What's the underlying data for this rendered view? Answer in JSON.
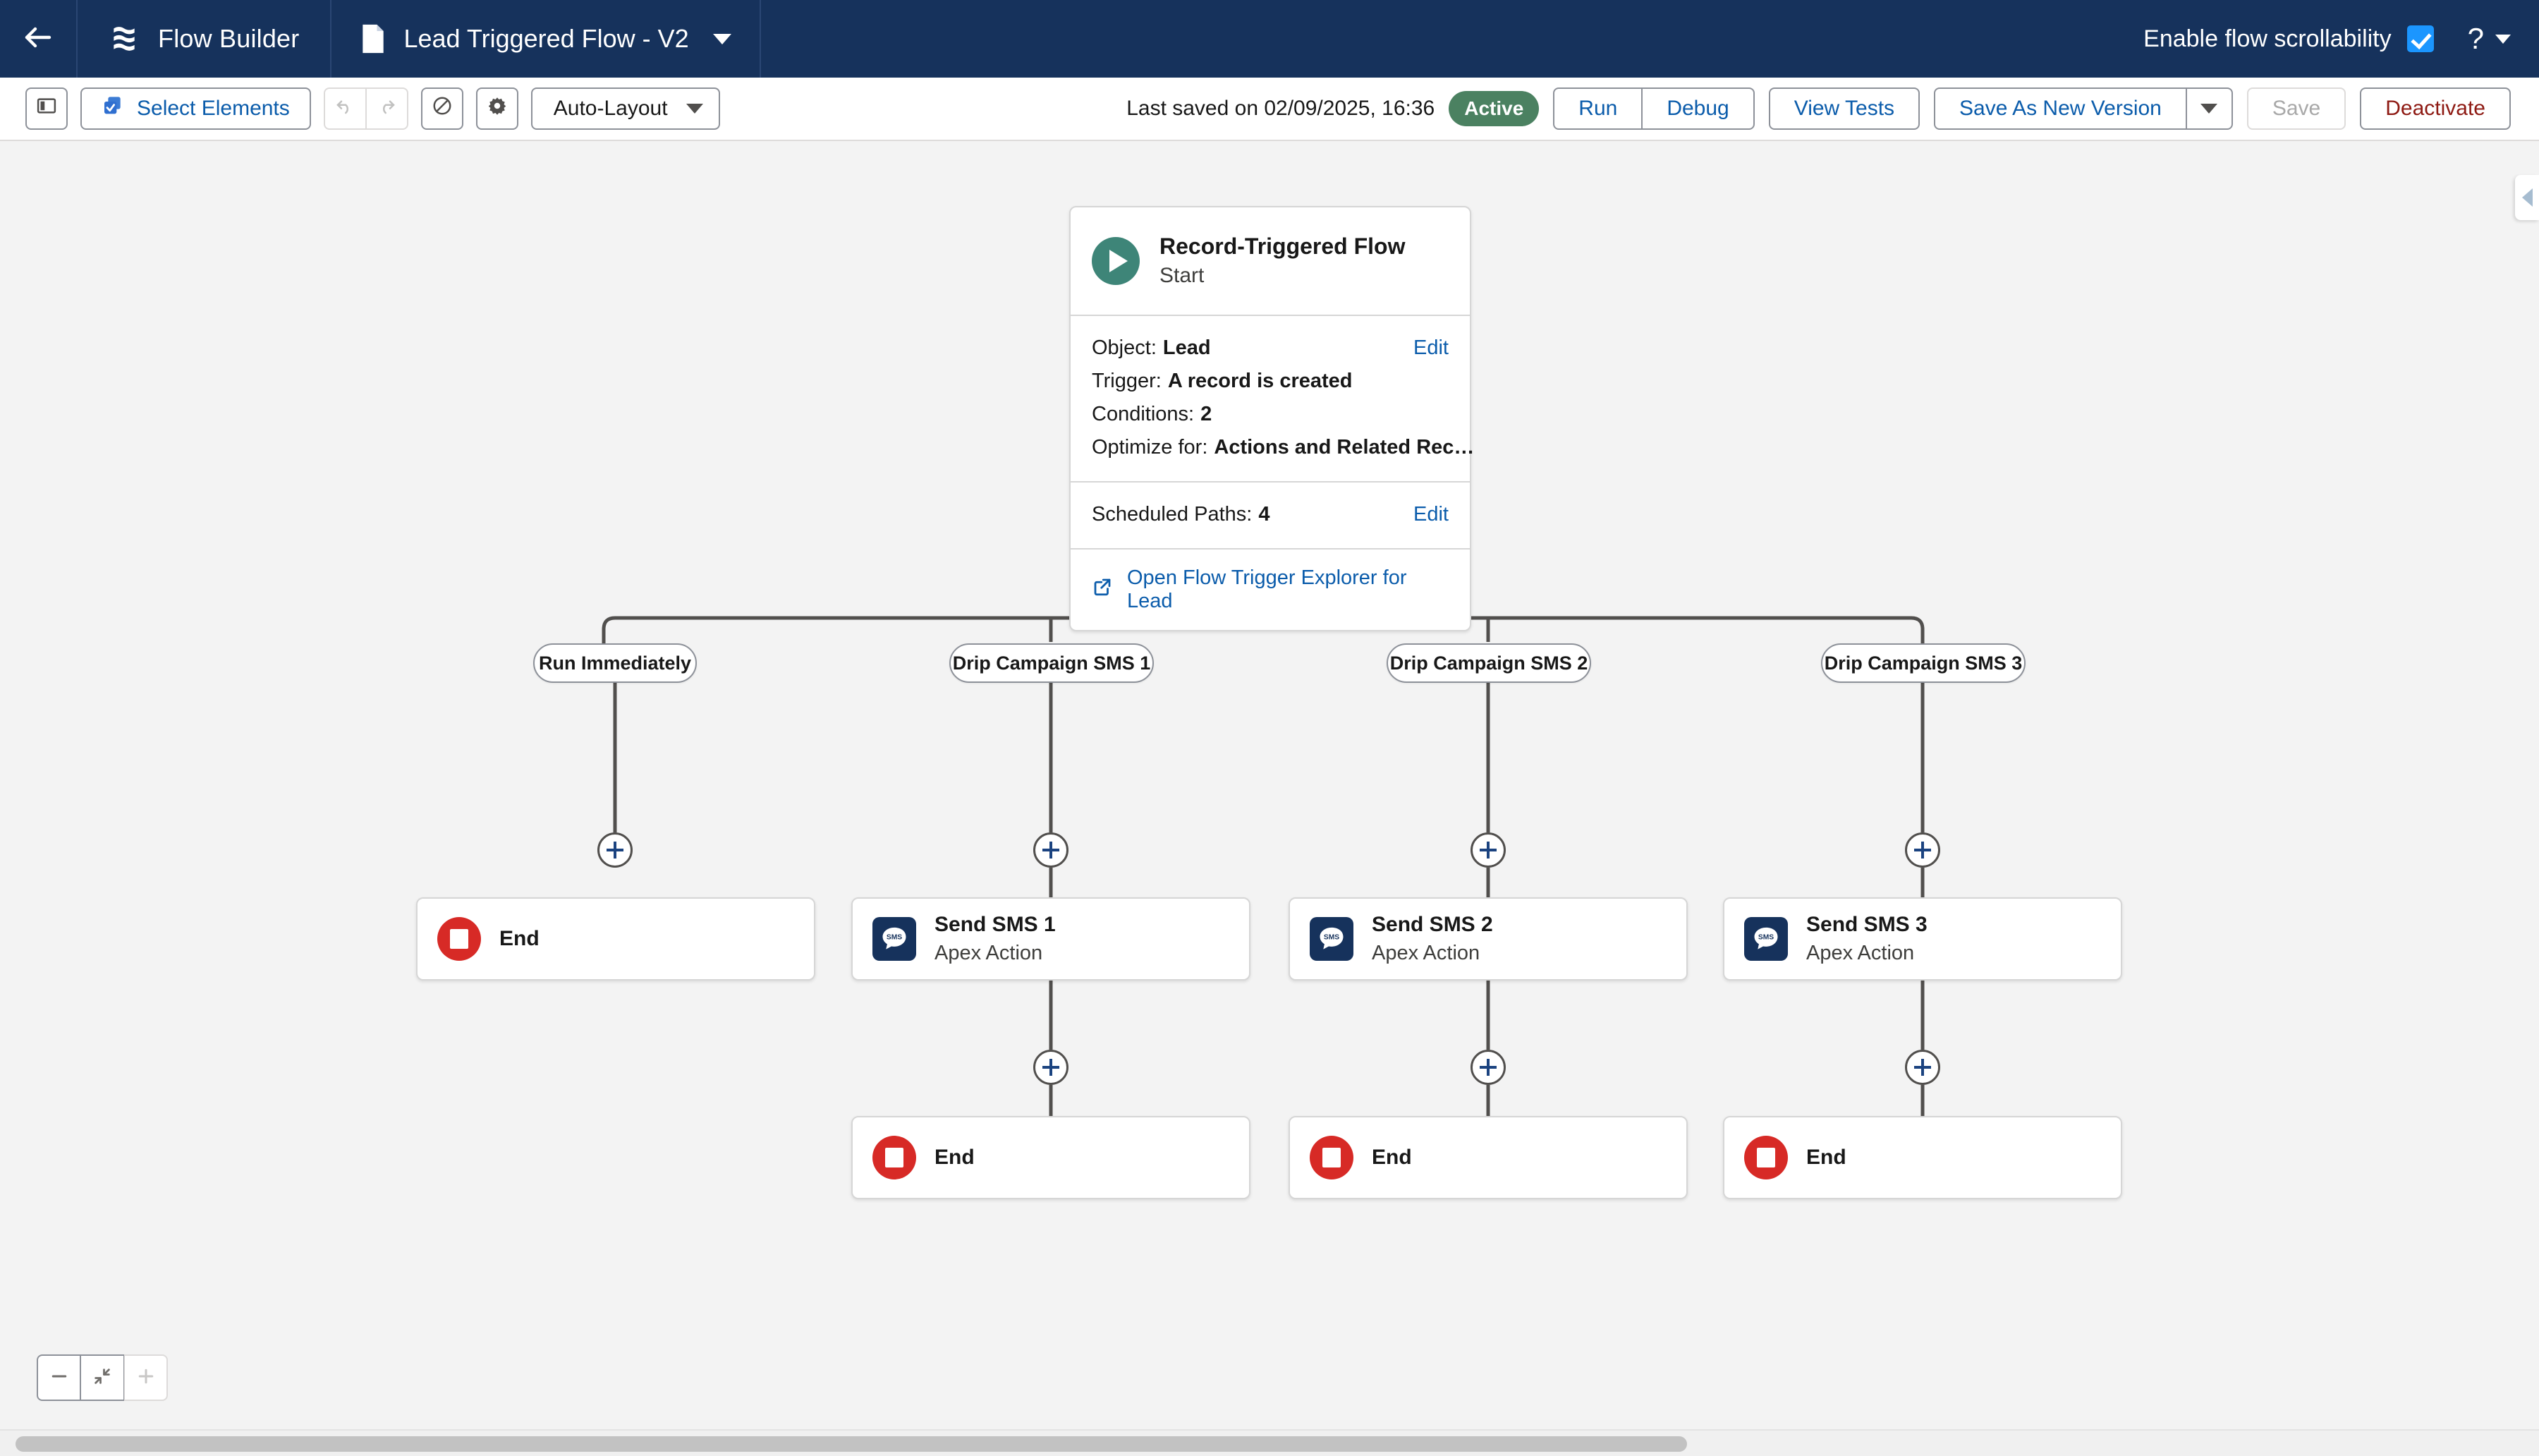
{
  "header": {
    "back_icon": "arrow-left-icon",
    "app_icon": "flow-builder-icon",
    "app_label": "Flow Builder",
    "doc_icon": "document-icon",
    "flow_name": "Lead Triggered Flow - V2",
    "flow_caret_icon": "chevron-down-icon",
    "scrollability_label": "Enable flow scrollability",
    "scrollability_checked": true,
    "help_label": "?",
    "help_caret_icon": "chevron-down-icon",
    "background_color": "#16325c"
  },
  "toolbar": {
    "toggle_panel_icon": "left-panel-toggle-icon",
    "select_elements_label": "Select Elements",
    "select_elements_icon": "multi-select-icon",
    "undo_icon": "undo-icon",
    "redo_icon": "redo-icon",
    "no_edit_icon": "no-entry-icon",
    "settings_icon": "gear-icon",
    "layout_label": "Auto-Layout",
    "layout_caret_icon": "chevron-down-icon",
    "last_saved": "Last saved on 02/09/2025, 16:36",
    "status_badge": "Active",
    "status_badge_color": "#4b8161",
    "run_label": "Run",
    "debug_label": "Debug",
    "view_tests_label": "View Tests",
    "save_as_new_version_label": "Save As New Version",
    "save_version_caret_icon": "chevron-down-icon",
    "save_label": "Save",
    "save_disabled": true,
    "deactivate_label": "Deactivate",
    "deactivate_color": "#8e1a13"
  },
  "canvas": {
    "start": {
      "icon": "play-circle-icon",
      "icon_color": "#3e8578",
      "title": "Record-Triggered Flow",
      "subtitle": "Start",
      "rows": [
        {
          "key": "Object:",
          "value": "Lead",
          "action": "Edit"
        },
        {
          "key": "Trigger:",
          "value": "A record is created",
          "action": ""
        },
        {
          "key": "Conditions:",
          "value": "2",
          "action": ""
        },
        {
          "key": "Optimize for:",
          "value": "Actions and Related Rec…",
          "action": ""
        }
      ],
      "scheduled_paths": {
        "key": "Scheduled Paths:",
        "value": "4",
        "action": "Edit"
      },
      "trigger_explorer_label": "Open Flow Trigger Explorer for Lead",
      "trigger_explorer_icon": "external-link-icon"
    },
    "branches": [
      {
        "label": "Run Immediately",
        "nodes": [
          {
            "kind": "end",
            "icon": "end-stop-icon",
            "icon_color": "#d72a26",
            "title": "End",
            "subtitle": ""
          }
        ]
      },
      {
        "label": "Drip Campaign SMS 1",
        "nodes": [
          {
            "kind": "action",
            "icon": "sms-icon",
            "icon_color": "#16325c",
            "title": "Send SMS 1",
            "subtitle": "Apex Action"
          },
          {
            "kind": "end",
            "icon": "end-stop-icon",
            "icon_color": "#d72a26",
            "title": "End",
            "subtitle": ""
          }
        ]
      },
      {
        "label": "Drip Campaign SMS 2",
        "nodes": [
          {
            "kind": "action",
            "icon": "sms-icon",
            "icon_color": "#16325c",
            "title": "Send SMS 2",
            "subtitle": "Apex Action"
          },
          {
            "kind": "end",
            "icon": "end-stop-icon",
            "icon_color": "#d72a26",
            "title": "End",
            "subtitle": ""
          }
        ]
      },
      {
        "label": "Drip Campaign SMS 3",
        "nodes": [
          {
            "kind": "action",
            "icon": "sms-icon",
            "icon_color": "#16325c",
            "title": "Send SMS 3",
            "subtitle": "Apex Action"
          },
          {
            "kind": "end",
            "icon": "end-stop-icon",
            "icon_color": "#d72a26",
            "title": "End",
            "subtitle": ""
          }
        ]
      }
    ],
    "add_element_icon": "plus-circle-icon",
    "zoom_out_icon": "minus-icon",
    "zoom_fit_icon": "fit-to-screen-icon",
    "zoom_in_icon": "plus-icon",
    "zoom_in_disabled": true,
    "panel_toggle_icon": "chevron-left-icon",
    "background_color": "#f3f3f3"
  }
}
